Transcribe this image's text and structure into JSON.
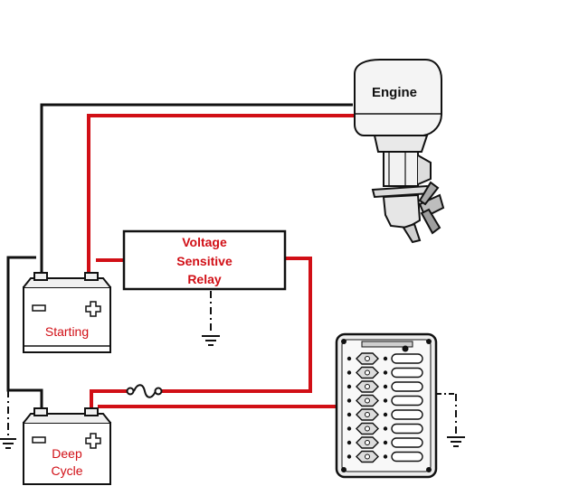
{
  "engine": {
    "label": "Engine"
  },
  "relay": {
    "line1": "Voltage",
    "line2": "Sensitive",
    "line3": "Relay"
  },
  "starting_battery": {
    "label": "Starting"
  },
  "deep_cycle_battery": {
    "line1": "Deep",
    "line2": "Cycle"
  },
  "colors": {
    "positive_wire": "#d10f16",
    "negative_wire": "#111111"
  },
  "icons": [
    "outboard-engine-icon",
    "battery-icon",
    "fuse-icon",
    "ground-symbol-icon",
    "switch-panel-icon",
    "battery-plus-icon",
    "battery-minus-icon"
  ]
}
